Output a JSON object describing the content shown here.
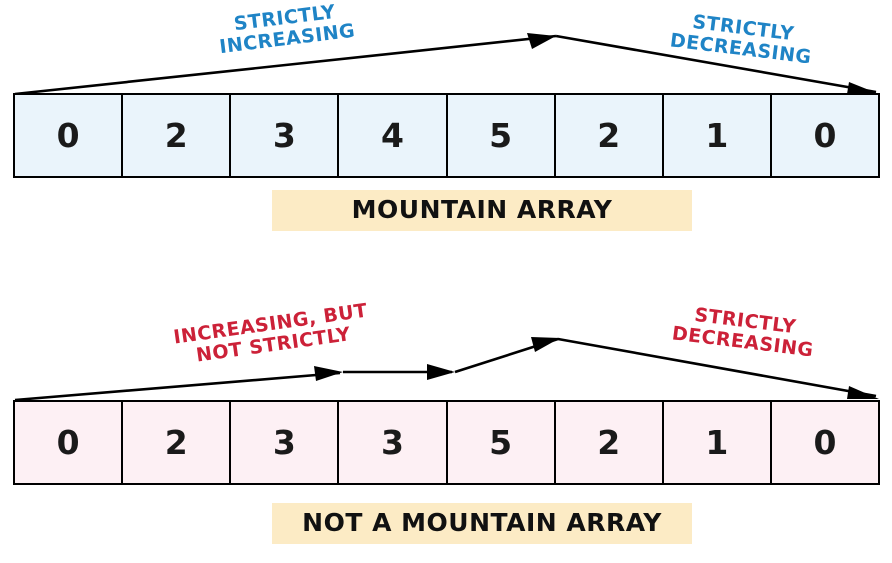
{
  "diagrams": [
    {
      "id": "mountain",
      "caption": "MOUNTAIN ARRAY",
      "cells": [
        "0",
        "2",
        "3",
        "4",
        "5",
        "2",
        "1",
        "0"
      ],
      "cell_fill": "#eaf4fb",
      "annotation_color": "#1f84c6",
      "annotations": [
        {
          "text": "STRICTLY\nINCREASING"
        },
        {
          "text": "STRICTLY\nDECREASING"
        }
      ]
    },
    {
      "id": "not-mountain",
      "caption": "NOT A MOUNTAIN ARRAY",
      "cells": [
        "0",
        "2",
        "3",
        "3",
        "5",
        "2",
        "1",
        "0"
      ],
      "cell_fill": "#fdf0f4",
      "annotation_color": "#cc2138",
      "annotations": [
        {
          "text": "INCREASING, BUT\nNOT STRICTLY"
        },
        {
          "text": "STRICTLY\nDECREASING"
        }
      ]
    }
  ],
  "caption_background": "#fcebc5",
  "stroke_color": "#000000"
}
